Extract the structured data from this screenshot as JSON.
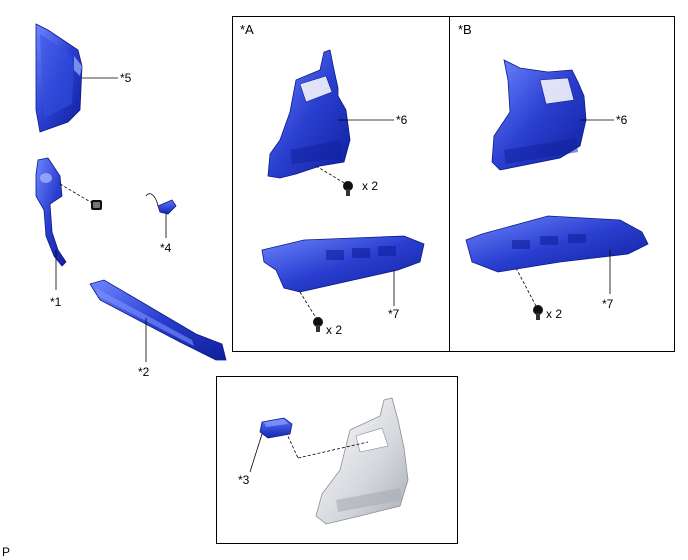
{
  "callouts": {
    "c1": "*1",
    "c2": "*2",
    "c3": "*3",
    "c4": "*4",
    "c5": "*5",
    "c6a": "*6",
    "c6b": "*6",
    "c7a": "*7",
    "c7b": "*7"
  },
  "panels": {
    "a": "*A",
    "b": "*B"
  },
  "quantities": {
    "q1": "x 2",
    "q2": "x 2",
    "q3": "x 2"
  },
  "corner_code": "P",
  "colors": {
    "part_blue": "#2a3fd0",
    "part_dark": "#0f1f9c",
    "part_light": "#6e86ff",
    "ghost_gray": "#cfd3d8"
  }
}
